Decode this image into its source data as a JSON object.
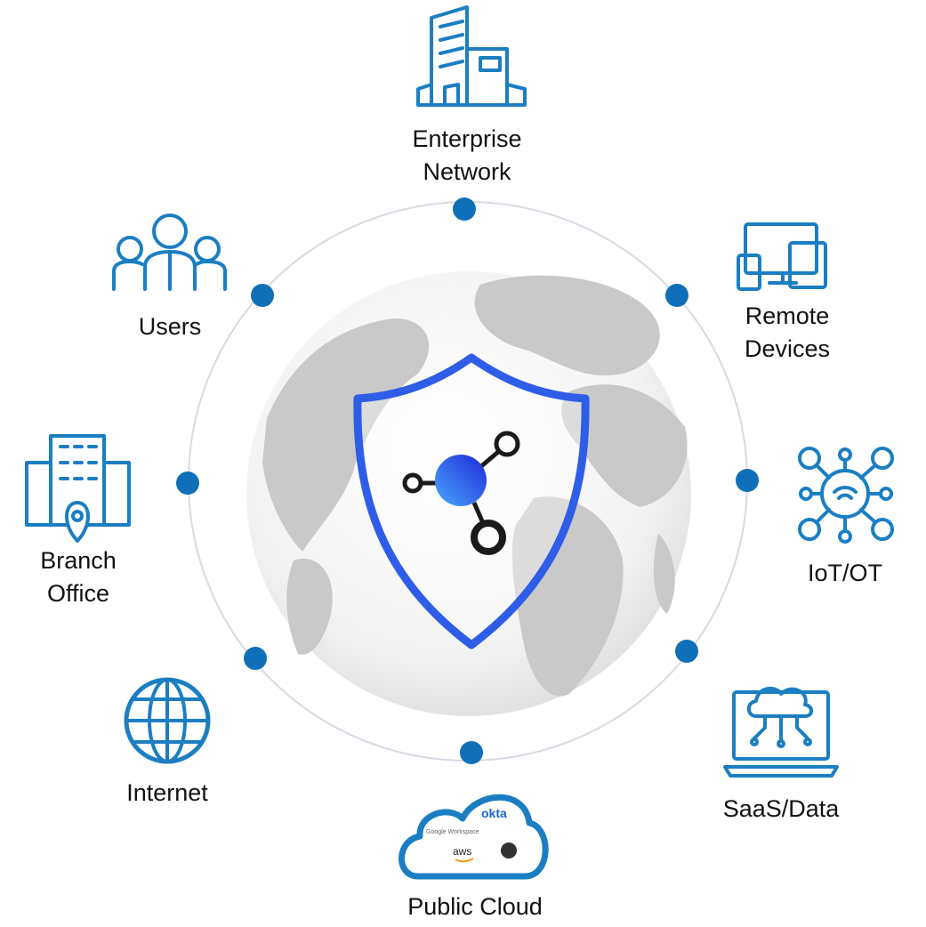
{
  "colors": {
    "icon_blue": "#1b7ec2",
    "dot_blue": "#0f6fb8",
    "shield_blue": "#2f5de8",
    "ring": "#d9d9e3"
  },
  "center": {
    "icon": "shield-network-icon"
  },
  "nodes": [
    {
      "id": "enterprise",
      "label_lines": [
        "Enterprise",
        "Network"
      ],
      "icon": "office-building-icon"
    },
    {
      "id": "remote",
      "label_lines": [
        "Remote",
        "Devices"
      ],
      "icon": "devices-icon"
    },
    {
      "id": "iot",
      "label_lines": [
        "IoT/OT"
      ],
      "icon": "iot-hub-icon"
    },
    {
      "id": "saas",
      "label_lines": [
        "SaaS/Data"
      ],
      "icon": "cloud-laptop-icon"
    },
    {
      "id": "cloud",
      "label_lines": [
        "Public Cloud"
      ],
      "icon": "cloud-icon"
    },
    {
      "id": "internet",
      "label_lines": [
        "Internet"
      ],
      "icon": "globe-icon"
    },
    {
      "id": "branch",
      "label_lines": [
        "Branch",
        "Office"
      ],
      "icon": "branch-building-icon"
    },
    {
      "id": "users",
      "label_lines": [
        "Users"
      ],
      "icon": "users-icon"
    }
  ],
  "cloud_logos": {
    "okta": "okta",
    "google": "Google Workspace",
    "aws": "aws",
    "github": "github-icon"
  }
}
